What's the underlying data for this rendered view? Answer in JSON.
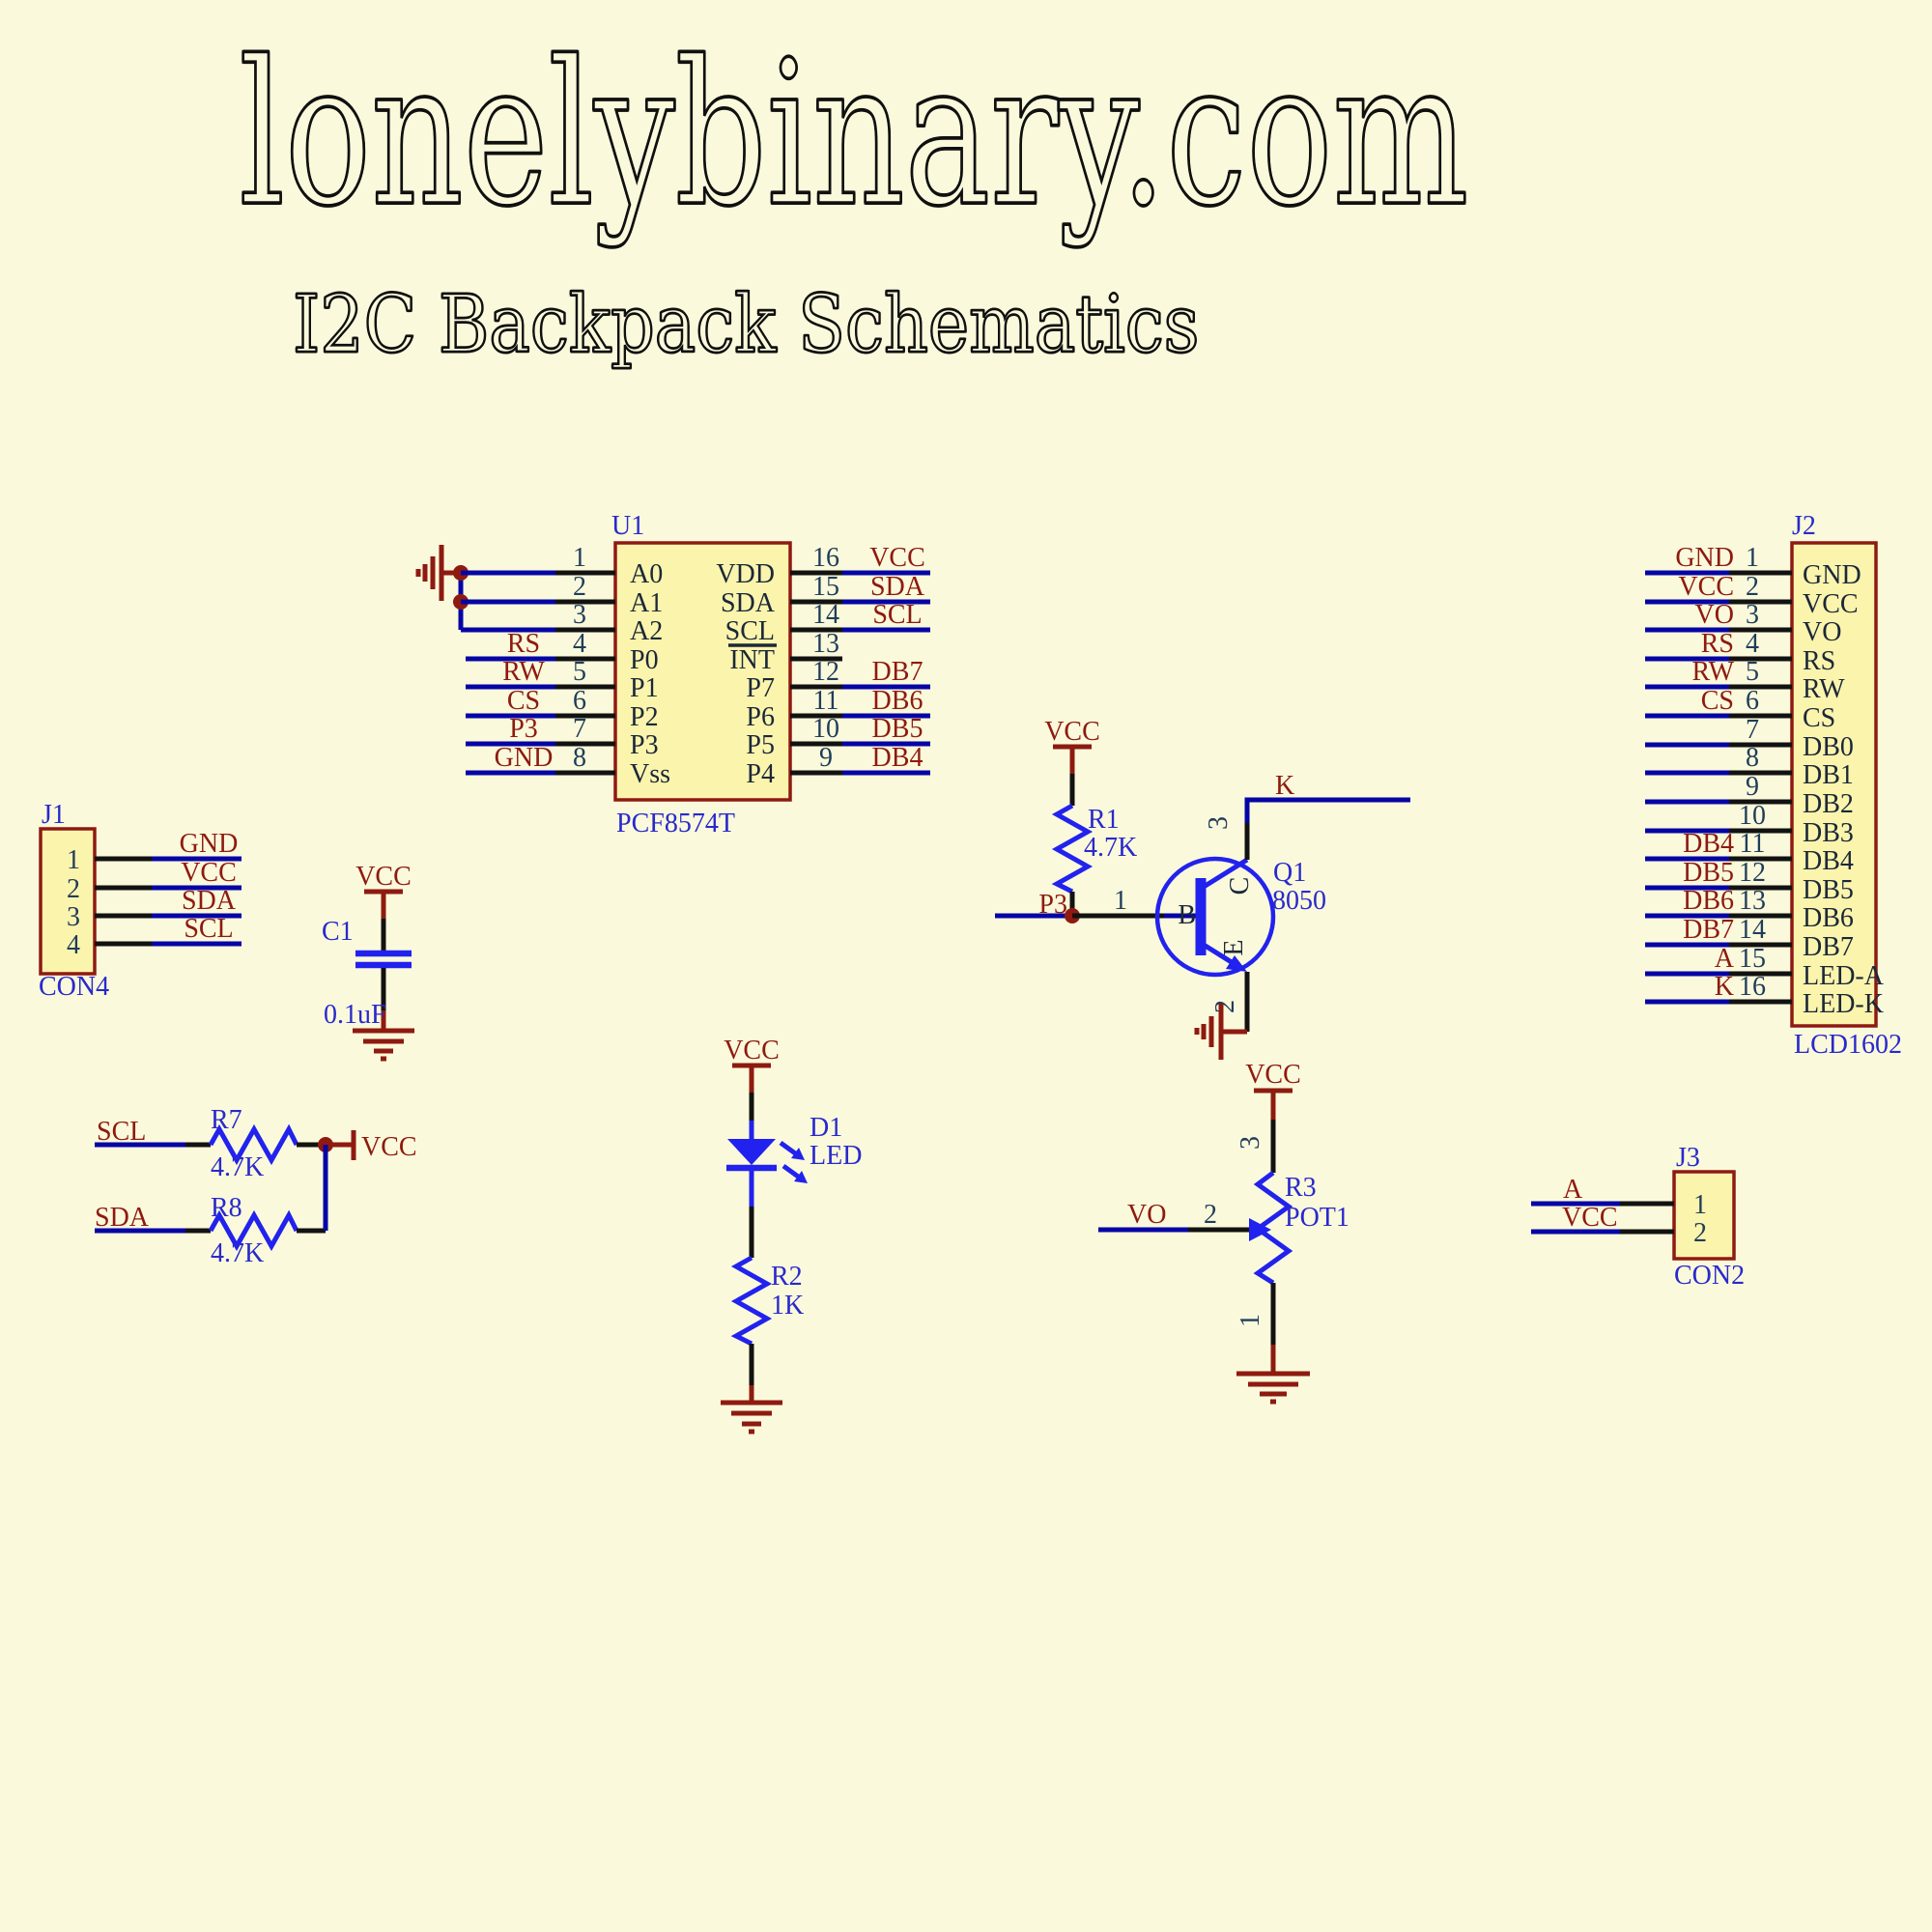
{
  "page": {
    "title": "lonelybinary.com",
    "subtitle": "I2C Backpack Schematics"
  },
  "colors": {
    "background": "#FAF9DB",
    "wire_blue": "#0505A6",
    "symbol_blue": "#2222EE",
    "net_label_red": "#8E1A10",
    "designator_blue": "#2929CC",
    "component_fill": "#FBF4AD",
    "component_border": "#8E1A12"
  },
  "components": {
    "u1": {
      "designator": "U1",
      "part": "PCF8574T",
      "left_pins": [
        {
          "num": "1",
          "name": "A0",
          "net": ""
        },
        {
          "num": "2",
          "name": "A1",
          "net": ""
        },
        {
          "num": "3",
          "name": "A2",
          "net": ""
        },
        {
          "num": "4",
          "name": "P0",
          "net": "RS"
        },
        {
          "num": "5",
          "name": "P1",
          "net": "RW"
        },
        {
          "num": "6",
          "name": "P2",
          "net": "CS"
        },
        {
          "num": "7",
          "name": "P3",
          "net": "P3"
        },
        {
          "num": "8",
          "name": "Vss",
          "net": "GND"
        }
      ],
      "right_pins": [
        {
          "num": "16",
          "name": "VDD",
          "net": "VCC"
        },
        {
          "num": "15",
          "name": "SDA",
          "net": "SDA"
        },
        {
          "num": "14",
          "name": "SCL",
          "net": "SCL"
        },
        {
          "num": "13",
          "name": "INT",
          "net": ""
        },
        {
          "num": "12",
          "name": "P7",
          "net": "DB7"
        },
        {
          "num": "11",
          "name": "P6",
          "net": "DB6"
        },
        {
          "num": "10",
          "name": "P5",
          "net": "DB5"
        },
        {
          "num": "9",
          "name": "P4",
          "net": "DB4"
        }
      ]
    },
    "j1": {
      "designator": "J1",
      "part": "CON4",
      "pins": [
        {
          "num": "1",
          "net": "GND"
        },
        {
          "num": "2",
          "net": "VCC"
        },
        {
          "num": "3",
          "net": "SDA"
        },
        {
          "num": "4",
          "net": "SCL"
        }
      ]
    },
    "j2": {
      "designator": "J2",
      "part": "LCD1602",
      "pins": [
        {
          "num": "1",
          "name": "GND",
          "net": "GND"
        },
        {
          "num": "2",
          "name": "VCC",
          "net": "VCC"
        },
        {
          "num": "3",
          "name": "VO",
          "net": "VO"
        },
        {
          "num": "4",
          "name": "RS",
          "net": "RS"
        },
        {
          "num": "5",
          "name": "RW",
          "net": "RW"
        },
        {
          "num": "6",
          "name": "CS",
          "net": "CS"
        },
        {
          "num": "7",
          "name": "DB0",
          "net": ""
        },
        {
          "num": "8",
          "name": "DB1",
          "net": ""
        },
        {
          "num": "9",
          "name": "DB2",
          "net": ""
        },
        {
          "num": "10",
          "name": "DB3",
          "net": ""
        },
        {
          "num": "11",
          "name": "DB4",
          "net": "DB4"
        },
        {
          "num": "12",
          "name": "DB5",
          "net": "DB5"
        },
        {
          "num": "13",
          "name": "DB6",
          "net": "DB6"
        },
        {
          "num": "14",
          "name": "DB7",
          "net": "DB7"
        },
        {
          "num": "15",
          "name": "LED-A",
          "net": "A"
        },
        {
          "num": "16",
          "name": "LED-K",
          "net": "K"
        }
      ]
    },
    "j3": {
      "designator": "J3",
      "part": "CON2",
      "pins": [
        {
          "num": "1",
          "net": "A"
        },
        {
          "num": "2",
          "net": "VCC"
        }
      ]
    },
    "c1": {
      "designator": "C1",
      "value": "0.1uF",
      "power_net": "VCC"
    },
    "r1": {
      "designator": "R1",
      "value": "4.7K",
      "power_net": "VCC"
    },
    "r2": {
      "designator": "R2",
      "value": "1K"
    },
    "r7": {
      "designator": "R7",
      "value": "4.7K",
      "net": "SCL"
    },
    "r8": {
      "designator": "R8",
      "value": "4.7K",
      "net": "SDA"
    },
    "pullup_power_net": "VCC",
    "d1": {
      "designator": "D1",
      "part": "LED",
      "power_net": "VCC"
    },
    "q1": {
      "designator": "Q1",
      "part": "8050",
      "base_net": "P3",
      "base_pin": "1",
      "base_label": "B",
      "collector_label": "C",
      "collector_pin": "3",
      "collector_net": "K",
      "emitter_label": "E",
      "emitter_pin": "2"
    },
    "r3": {
      "designator": "R3",
      "part": "POT1",
      "net": "VO",
      "pin_top": "3",
      "pin_wiper": "2",
      "pin_bottom": "1",
      "power_net": "VCC"
    }
  }
}
